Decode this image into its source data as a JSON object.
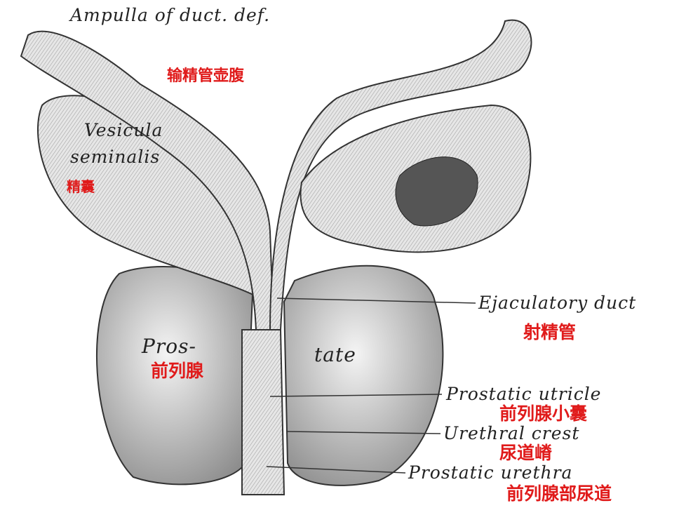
{
  "labels": {
    "ampulla": {
      "en": "Ampulla of duct. def.",
      "zh": "输精管壶腹"
    },
    "vesicula": {
      "en_line1": "Vesicula",
      "en_line2": "seminalis",
      "zh": "精囊"
    },
    "prostate": {
      "en_left": "Pros-",
      "en_right": "tate",
      "zh": "前列腺"
    },
    "ejaculatory_duct": {
      "en": "Ejaculatory duct",
      "zh": "射精管"
    },
    "prostatic_utricle": {
      "en": "Prostatic utricle",
      "zh": "前列腺小囊"
    },
    "urethral_crest": {
      "en": "Urethral crest",
      "zh": "尿道嵴"
    },
    "prostatic_urethra": {
      "en": "Prostatic urethra",
      "zh": "前列腺部尿道"
    }
  },
  "colors": {
    "annotation_red": "#e01b1b",
    "engraving_gray": "#8a8a8a"
  }
}
